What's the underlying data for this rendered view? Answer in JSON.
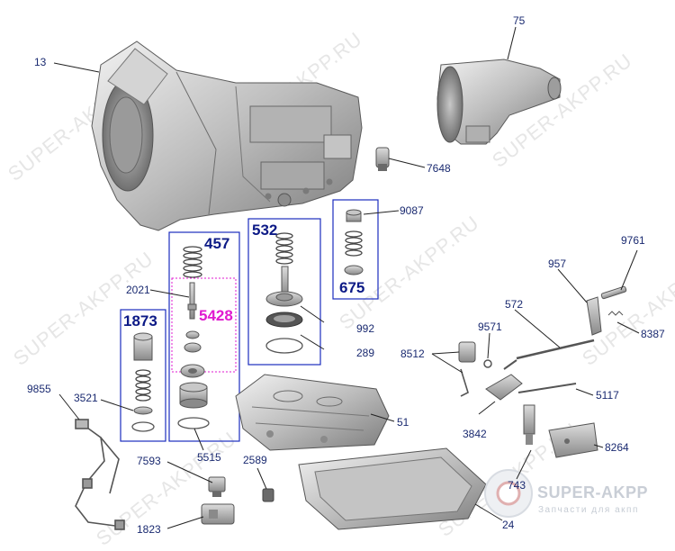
{
  "watermark": "SUPER-AKPP.RU",
  "brand": {
    "name": "SUPER-AKPP",
    "tagline": "Запчасти для акпп"
  },
  "labels": {
    "l13": "13",
    "l75": "75",
    "l7648": "7648",
    "l9087": "9087",
    "l457": "457",
    "l532": "532",
    "l2021": "2021",
    "l5428": "5428",
    "l675": "675",
    "l992": "992",
    "l289": "289",
    "l1873": "1873",
    "l9855": "9855",
    "l3521": "3521",
    "l5515": "5515",
    "l51": "51",
    "l9761": "9761",
    "l957": "957",
    "l572": "572",
    "l9571": "9571",
    "l8387": "8387",
    "l8512": "8512",
    "l5117": "5117",
    "l3842": "3842",
    "l8264": "8264",
    "l743": "743",
    "l7593": "7593",
    "l2589": "2589",
    "l1823": "1823",
    "l24": "24"
  },
  "colors": {
    "frame": "#1c2dbf",
    "pink_frame": "#e01ad0",
    "label": "#1a2a70",
    "leader": "#222222"
  }
}
